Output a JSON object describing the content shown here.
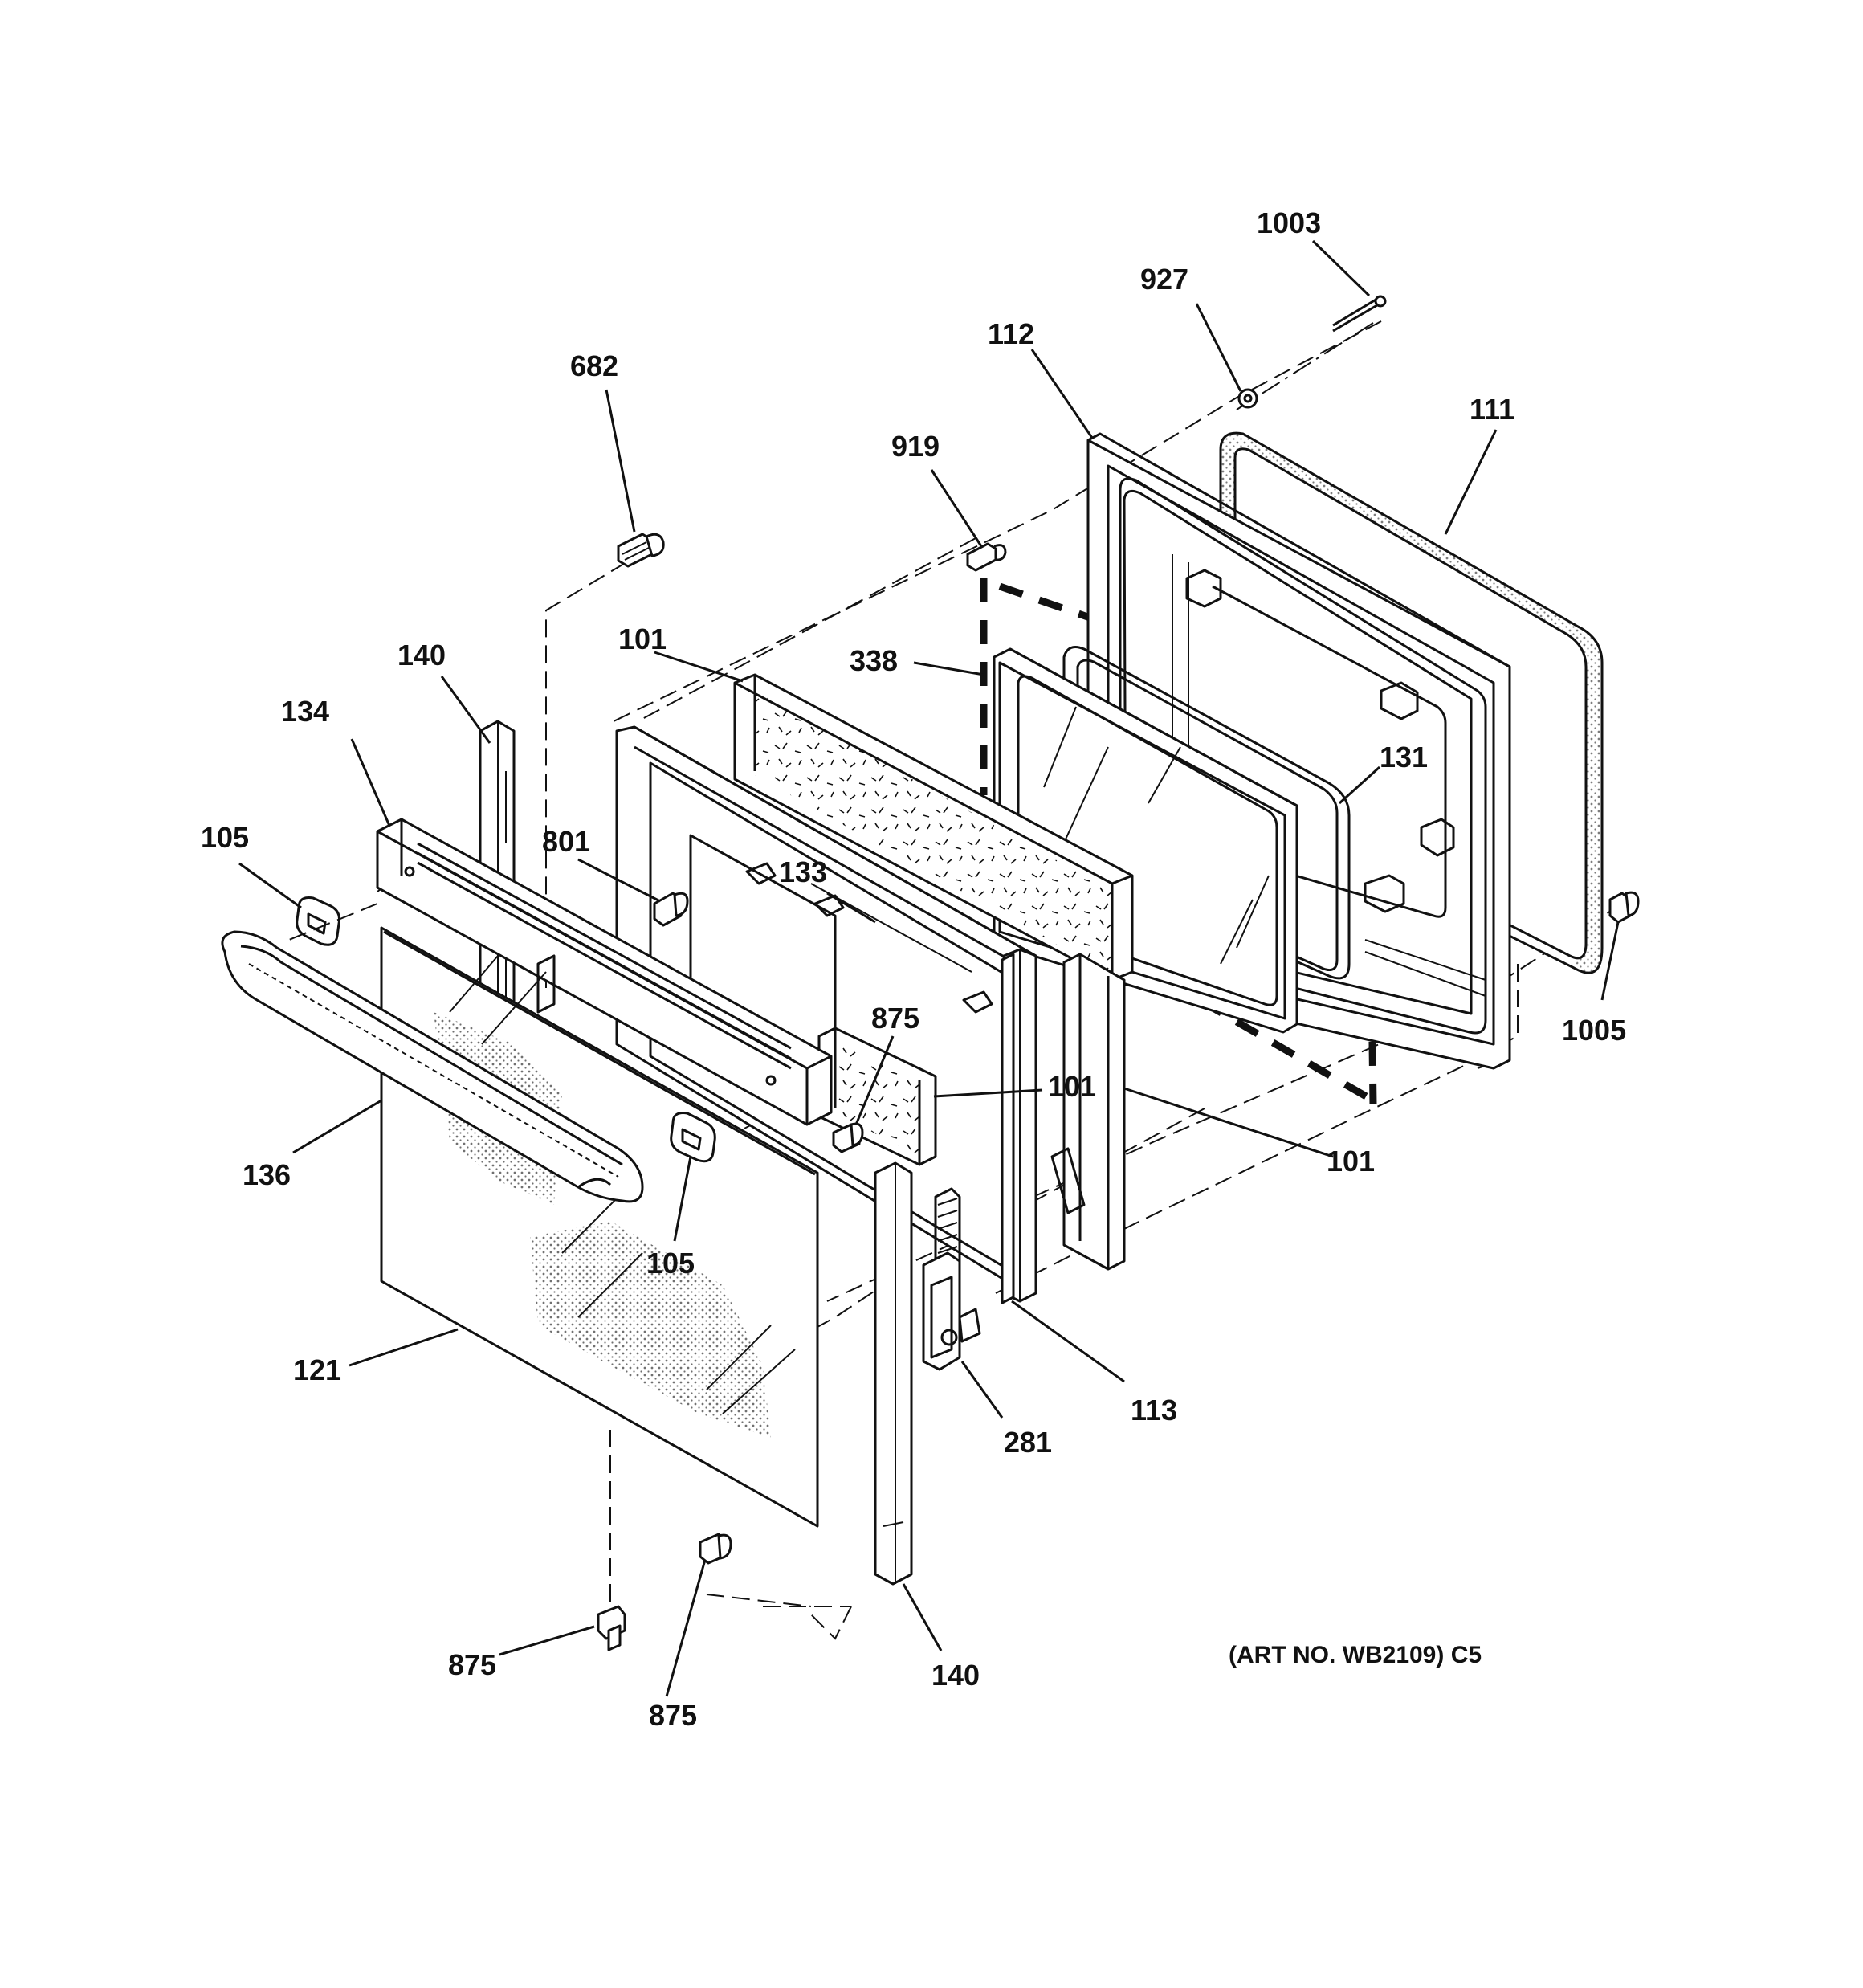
{
  "diagram": {
    "caption": "(ART NO. WB2109) C5",
    "labels": {
      "l1003": "1003",
      "l927": "927",
      "l112": "112",
      "l111": "111",
      "l682": "682",
      "l919": "919",
      "l140a": "140",
      "l101a": "101",
      "l338": "338",
      "l134": "134",
      "l131": "131",
      "l105a": "105",
      "l801": "801",
      "l133": "133",
      "l1005": "1005",
      "l875a": "875",
      "l101b": "101",
      "l101c": "101",
      "l136": "136",
      "l105b": "105",
      "l121": "121",
      "l281": "281",
      "l113": "113",
      "l875b": "875",
      "l875c": "875",
      "l140b": "140"
    }
  }
}
